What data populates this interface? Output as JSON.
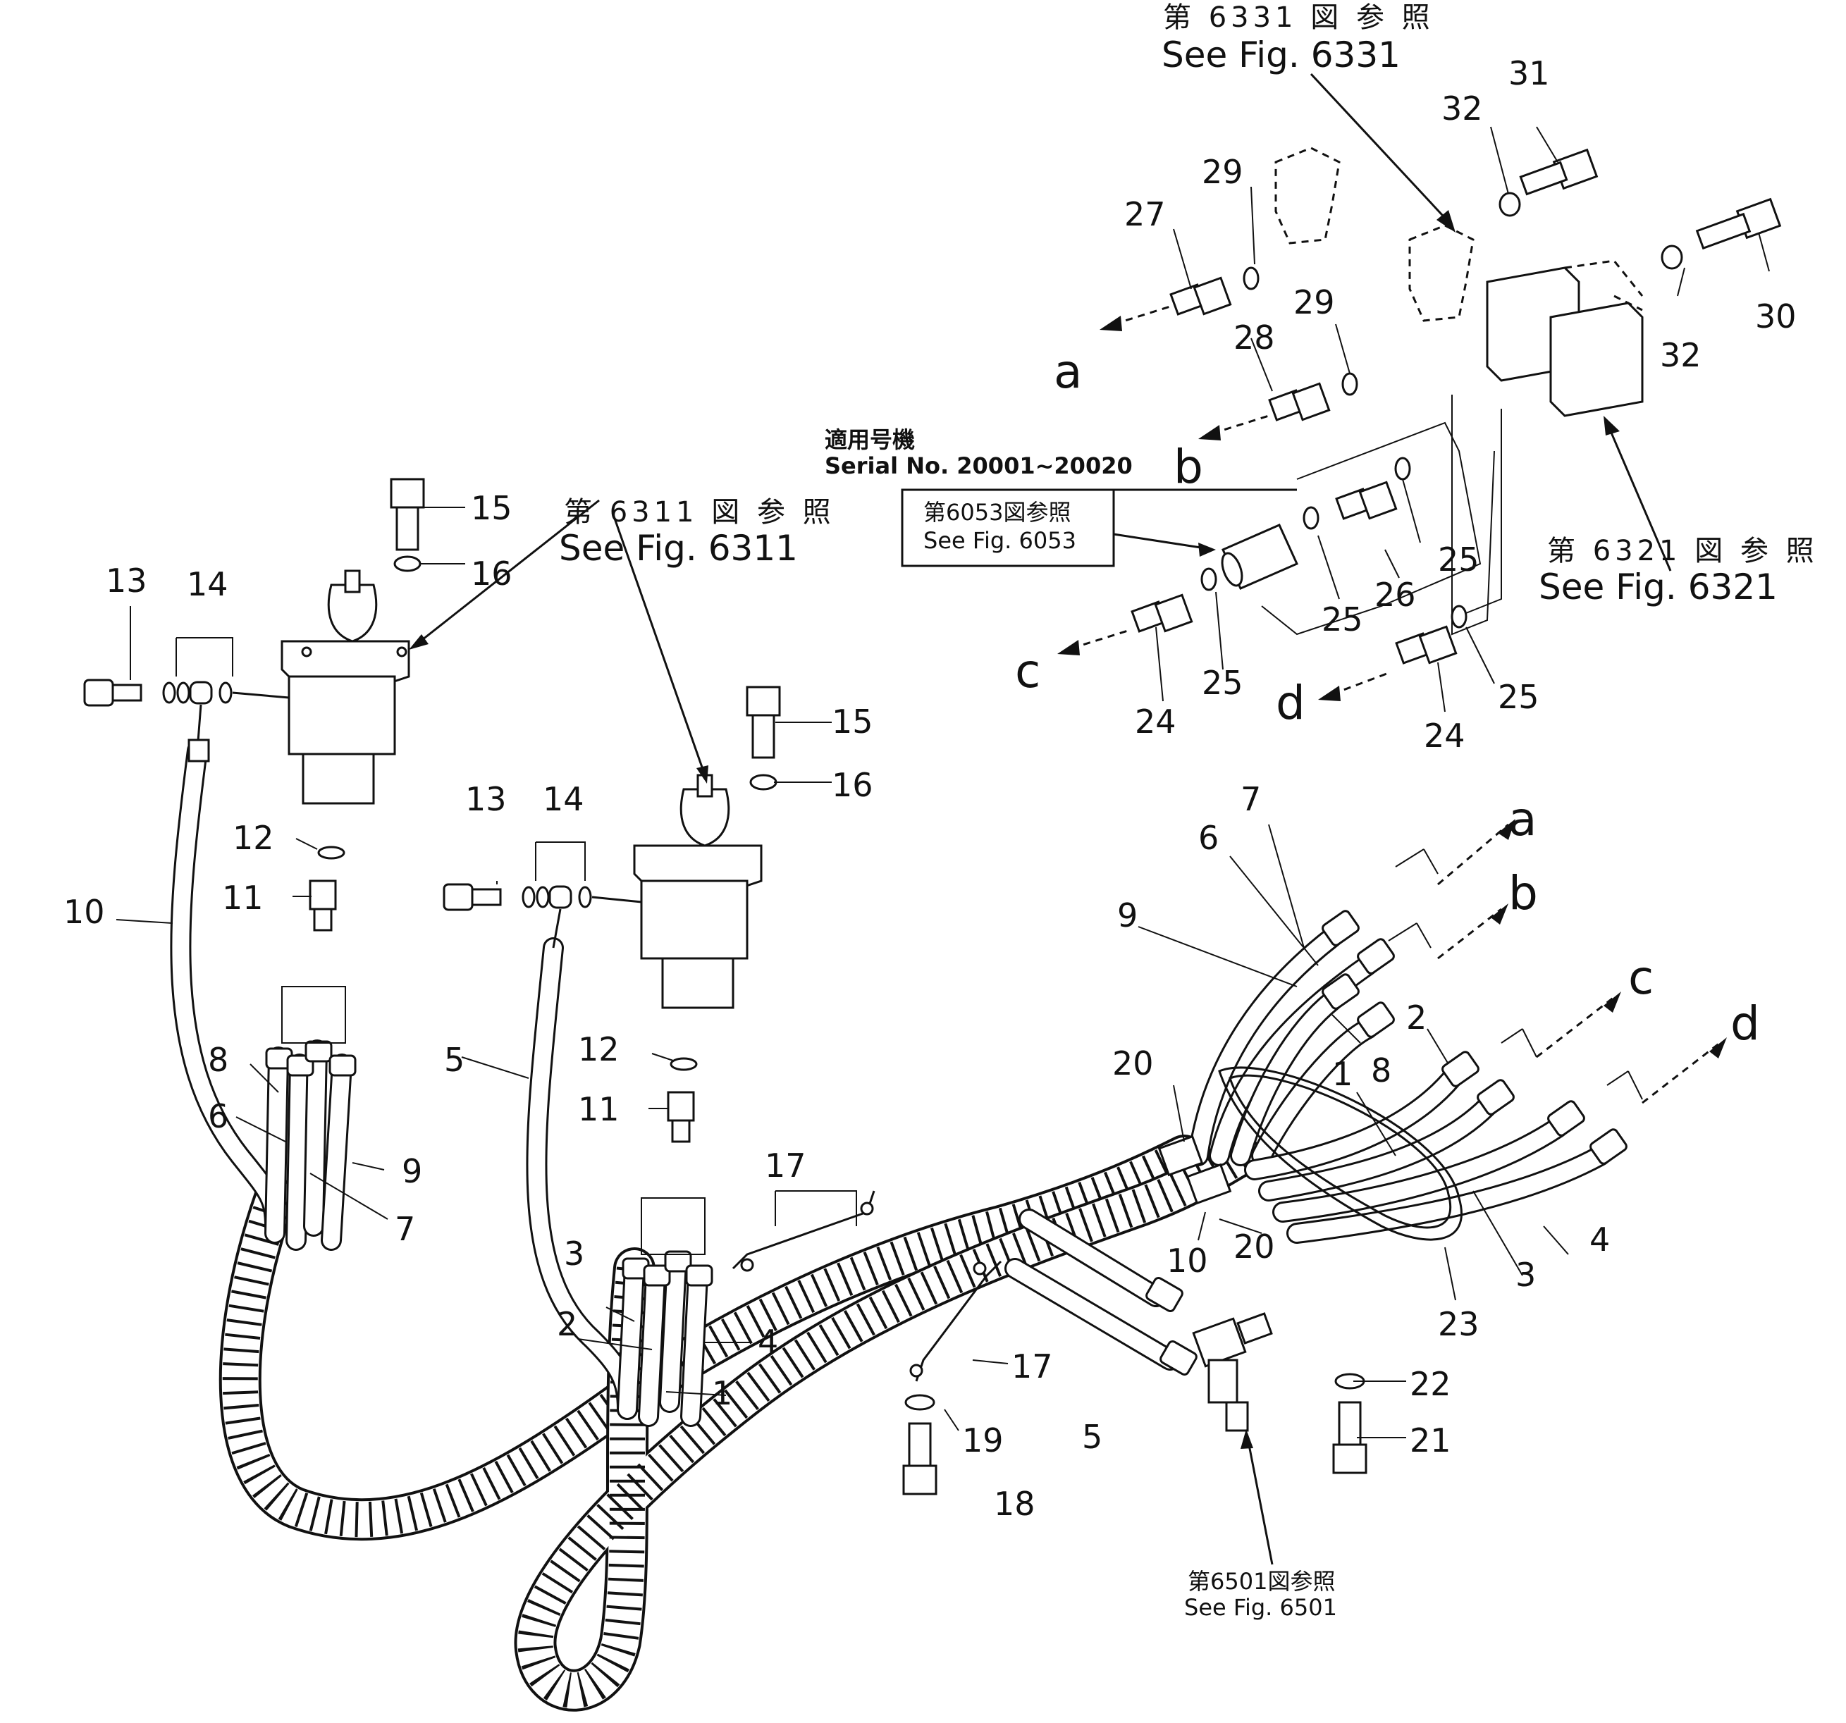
{
  "callouts": {
    "n1a": "1",
    "n1b": "1",
    "n2a": "2",
    "n2b": "2",
    "n3a": "3",
    "n3b": "3",
    "n4a": "4",
    "n4b": "4",
    "n5a": "5",
    "n5b": "5",
    "n6a": "6",
    "n6b": "6",
    "n7a": "7",
    "n7b": "7",
    "n8a": "8",
    "n8b": "8",
    "n9a": "9",
    "n9b": "9",
    "n10a": "10",
    "n10b": "10",
    "n11a": "11",
    "n11b": "11",
    "n12a": "12",
    "n12b": "12",
    "n13a": "13",
    "n13b": "13",
    "n14a": "14",
    "n14b": "14",
    "n15a": "15",
    "n15b": "15",
    "n16a": "16",
    "n16b": "16",
    "n17a": "17",
    "n17b": "17",
    "n18": "18",
    "n19": "19",
    "n20a": "20",
    "n20b": "20",
    "n21": "21",
    "n22": "22",
    "n23": "23",
    "n24a": "24",
    "n24b": "24",
    "n25a": "25",
    "n25b": "25",
    "n25c": "25",
    "n25d": "25",
    "n26": "26",
    "n27": "27",
    "n28": "28",
    "n29a": "29",
    "n29b": "29",
    "n30": "30",
    "n31": "31",
    "n32a": "32",
    "n32b": "32"
  },
  "ports": {
    "a_top": "a",
    "b_top": "b",
    "c_top": "c",
    "d_top": "d",
    "a_right": "a",
    "b_right": "b",
    "c_right": "c",
    "d_right": "d"
  },
  "references": {
    "fig6331_jp": "第 6331 図 参 照",
    "fig6331_en": "See Fig. 6331",
    "fig6311_jp": "第 6311 図 参 照",
    "fig6311_en": "See Fig. 6311",
    "fig6321_jp": "第 6321 図 参 照",
    "fig6321_en": "See Fig. 6321",
    "fig6053_jp": "第6053図参照",
    "fig6053_en": "See Fig. 6053",
    "fig6501_jp": "第6501図参照",
    "fig6501_en": "See Fig. 6501",
    "serial_jp": "適用号機",
    "serial_en": "Serial No. 20001~20020"
  }
}
